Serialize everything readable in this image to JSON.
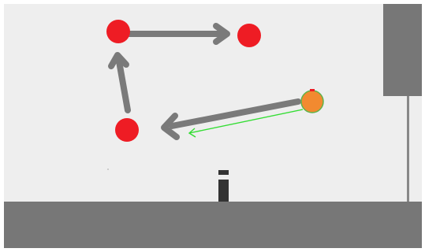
{
  "scene": {
    "background": "#eeeeee",
    "frame_color": "#ffffff",
    "ground_color": "#777777",
    "wall_color": "#777777",
    "pole_color": "#888888",
    "arrow_color": "#7a7a7a",
    "node_color": "#ee1c24",
    "active_node_color": "#f28a30",
    "active_node_outline": "#5fb34a",
    "aim_line_color": "#33dd33",
    "player_color": "#333333",
    "nodes": 4,
    "arrows": 3,
    "active_node": "orange",
    "player": "standing-figure"
  }
}
